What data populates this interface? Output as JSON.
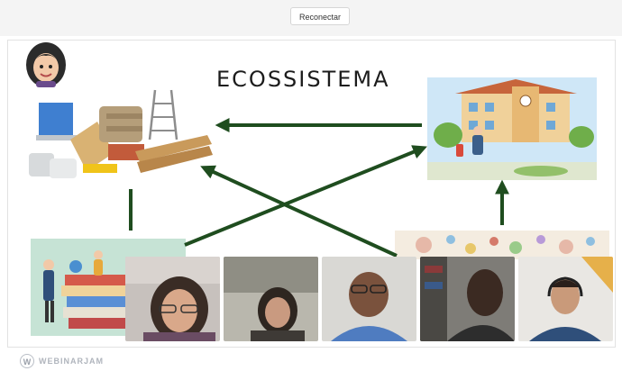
{
  "connection": {
    "reconnect_label": "Reconectar"
  },
  "slide": {
    "title": "ECOSSISTEMA",
    "images": [
      "teacher-avatar",
      "construction-materials",
      "school-building",
      "teachers-books",
      "music-notes-banner"
    ]
  },
  "participants": [
    {
      "id": "participant-1",
      "icon": "video-feed"
    },
    {
      "id": "participant-2",
      "icon": "video-feed"
    },
    {
      "id": "participant-3",
      "icon": "video-feed"
    },
    {
      "id": "participant-4",
      "icon": "video-feed"
    },
    {
      "id": "participant-5",
      "icon": "video-feed"
    }
  ],
  "branding": {
    "name": "WEBINARJAM",
    "logo_letter": "W"
  },
  "colors": {
    "arrow": "#1f4d1f",
    "accent": "#3a6ea5"
  }
}
